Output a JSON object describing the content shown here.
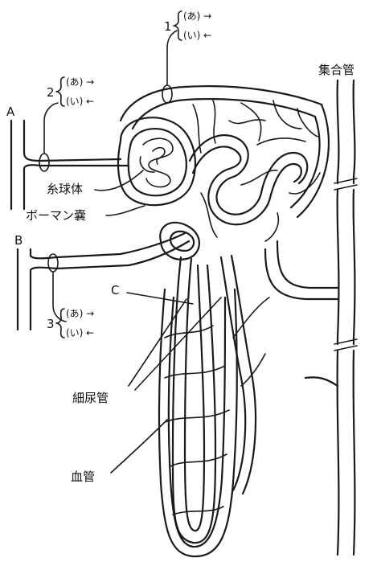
{
  "labels": {
    "collecting_duct": "集合管",
    "glomerulus": "糸球体",
    "bowman": "ボーマン嚢",
    "tubule": "細尿管",
    "vessel": "血管",
    "A": "A",
    "B": "B",
    "C": "C"
  },
  "markers": [
    {
      "num": "1",
      "a": "(あ) →",
      "i": "(い) ←"
    },
    {
      "num": "2",
      "a": "(あ) →",
      "i": "(い) ←"
    },
    {
      "num": "3",
      "a": "(あ) →",
      "i": "(い) ←"
    }
  ]
}
